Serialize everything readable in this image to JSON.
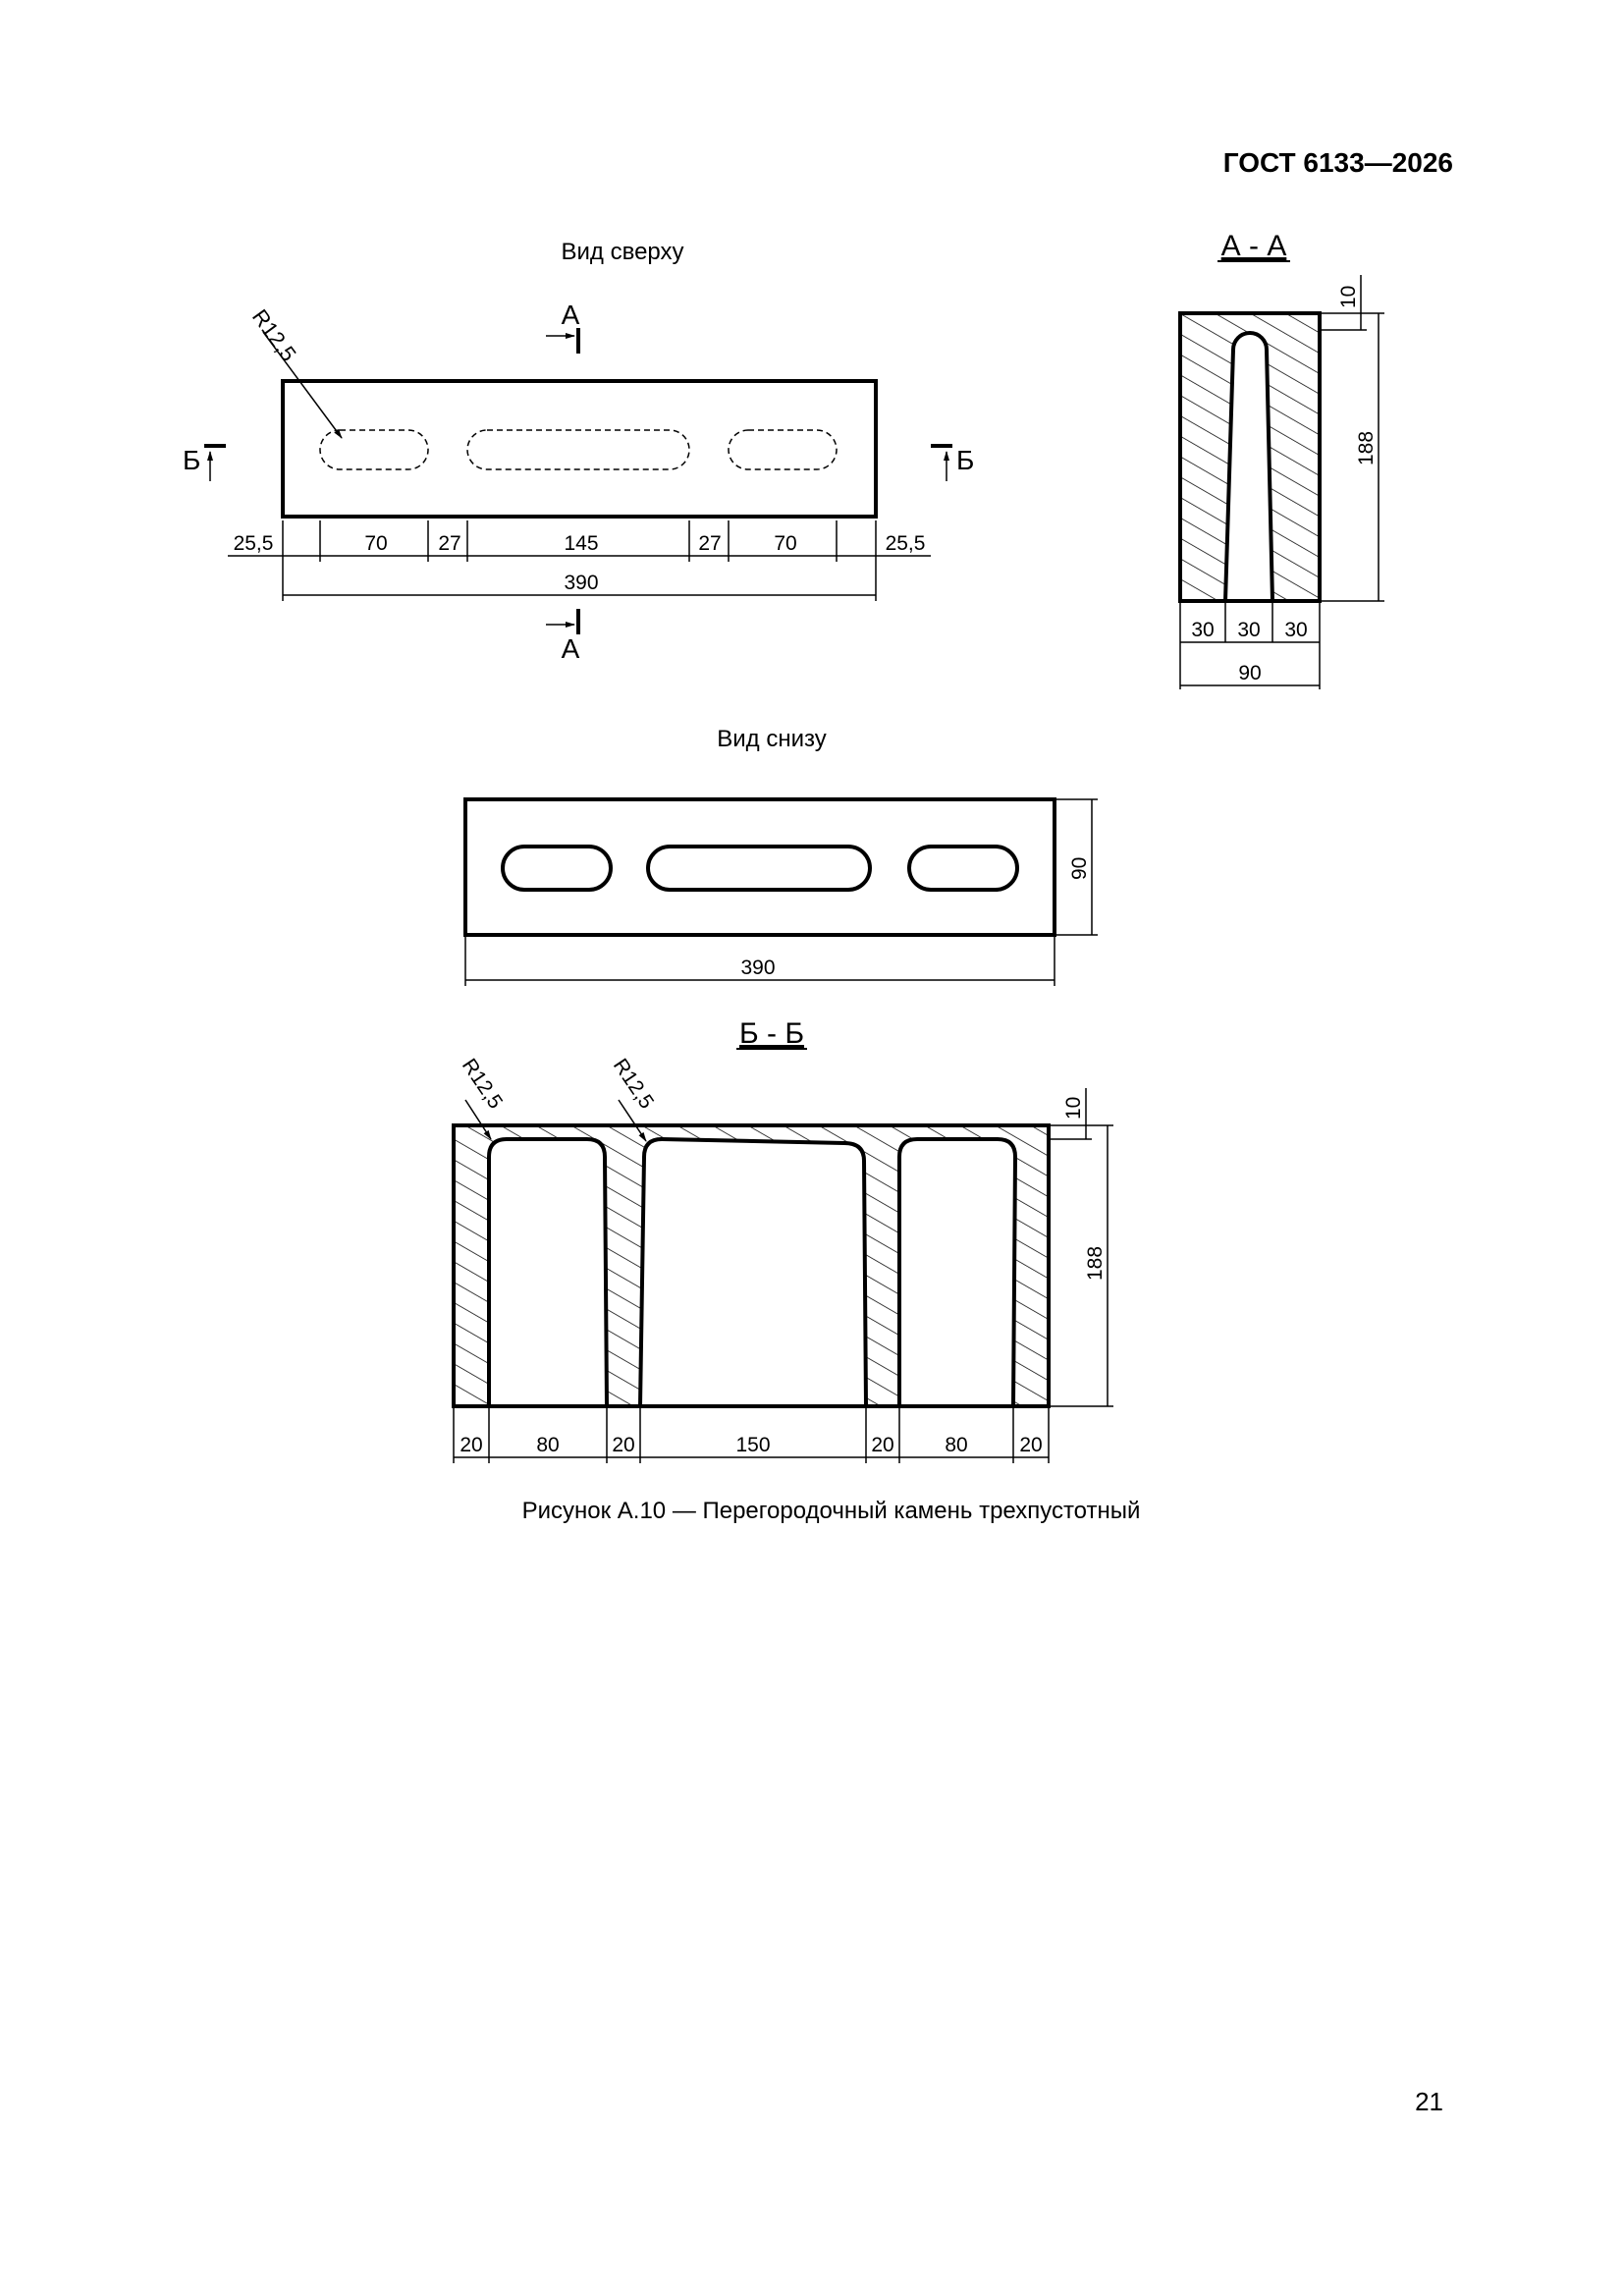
{
  "header": {
    "standard": "ГОСТ 6133—2026"
  },
  "page_number": "21",
  "figure": {
    "caption": "Рисунок А.10 — Перегородочный камень трехпустотный",
    "top_view": {
      "title": "Вид сверху",
      "radius": "R12,5",
      "dims": [
        "25,5",
        "70",
        "27",
        "145",
        "27",
        "70",
        "25,5"
      ],
      "total": "390",
      "cut_a": "А",
      "cut_b": "Б"
    },
    "section_aa": {
      "title": "А - А",
      "dims_bottom": [
        "30",
        "30",
        "30"
      ],
      "total": "90",
      "height": "188",
      "top": "10"
    },
    "bottom_view": {
      "title": "Вид снизу",
      "width": "390",
      "height": "90"
    },
    "section_bb": {
      "title": "Б - Б",
      "radius1": "R12,5",
      "radius2": "R12,5",
      "dims": [
        "20",
        "80",
        "20",
        "150",
        "20",
        "80",
        "20"
      ],
      "height": "188",
      "top": "10"
    }
  }
}
